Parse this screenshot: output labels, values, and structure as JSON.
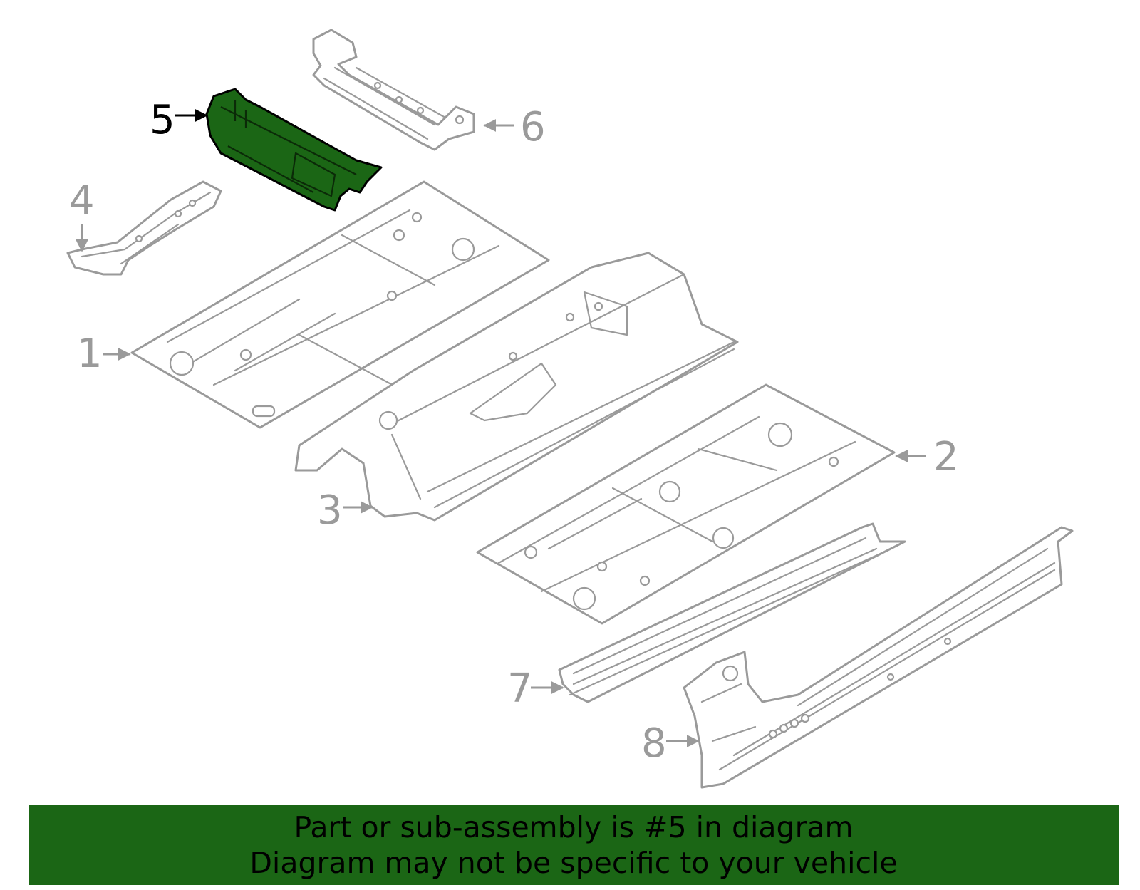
{
  "callouts": [
    {
      "number": "1",
      "highlighted": false
    },
    {
      "number": "2",
      "highlighted": false
    },
    {
      "number": "3",
      "highlighted": false
    },
    {
      "number": "4",
      "highlighted": false
    },
    {
      "number": "5",
      "highlighted": true
    },
    {
      "number": "6",
      "highlighted": false
    },
    {
      "number": "7",
      "highlighted": false
    },
    {
      "number": "8",
      "highlighted": false
    }
  ],
  "colors": {
    "highlight": "#1b6615",
    "line_art": "#9a9a9a",
    "banner_background": "#1b6615",
    "banner_text": "#000000"
  },
  "banner": {
    "line1": "Part or sub-assembly is #5 in diagram",
    "line2": "Diagram may not be specific to your vehicle"
  }
}
